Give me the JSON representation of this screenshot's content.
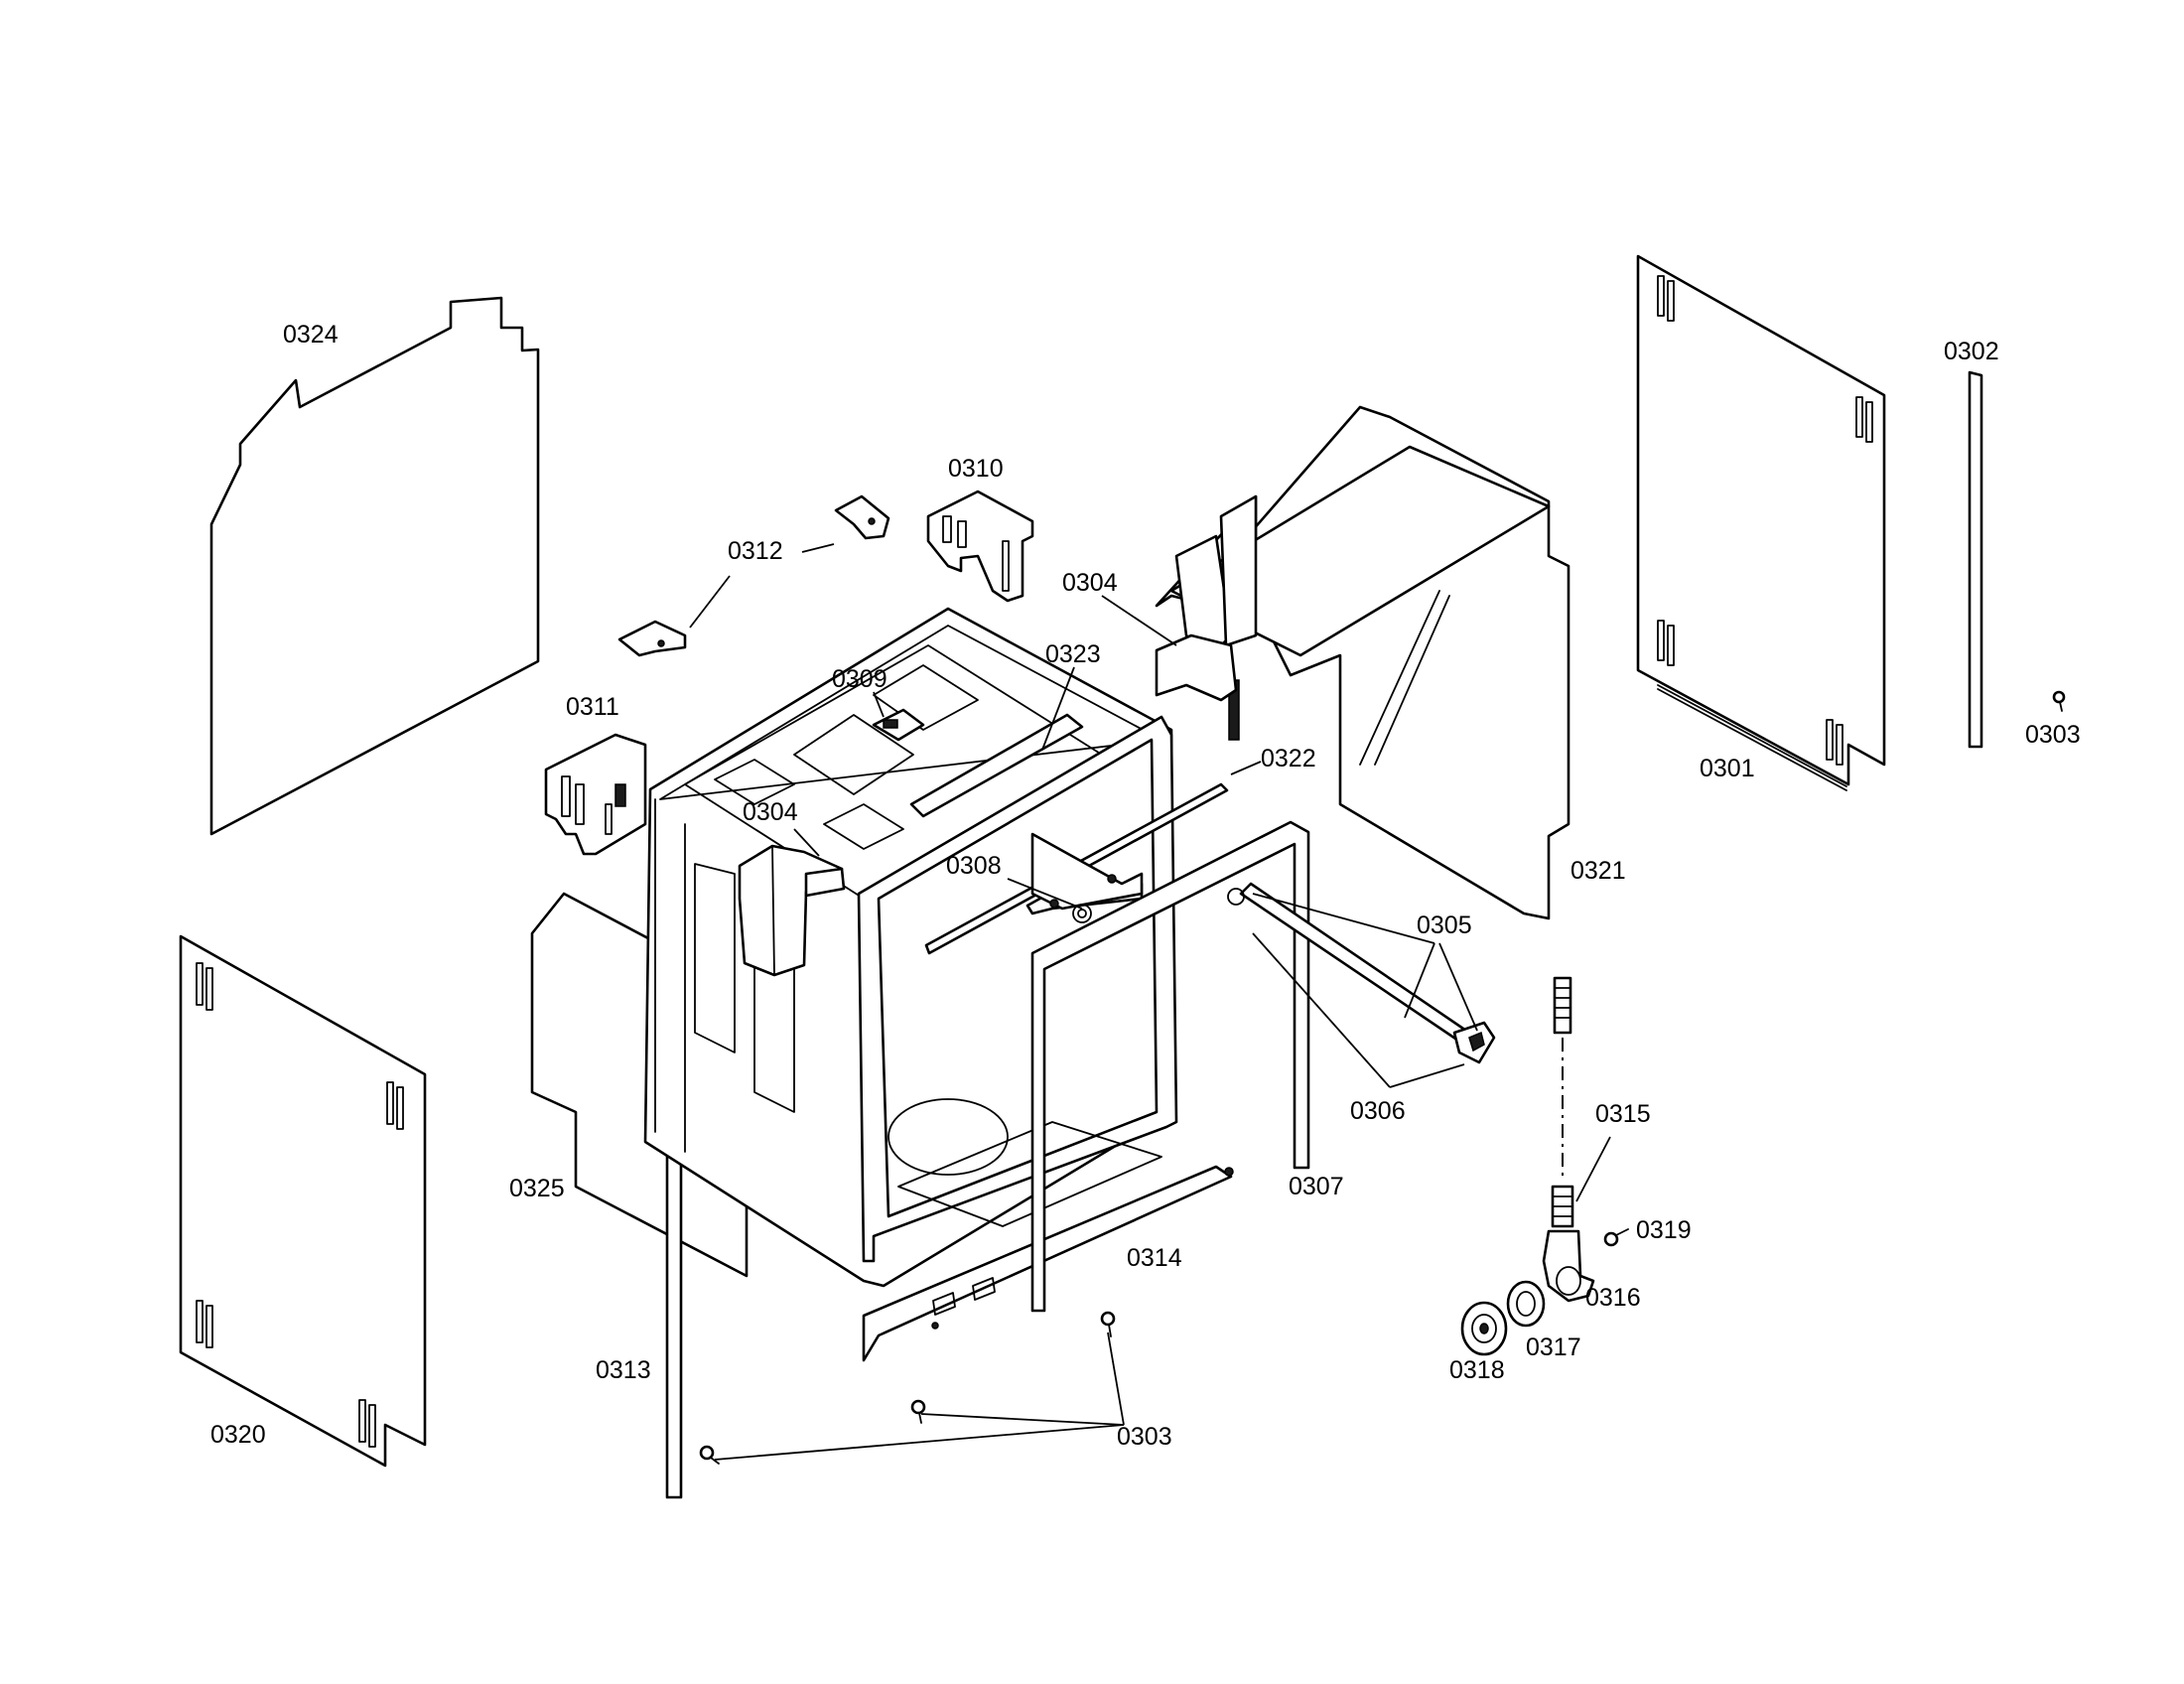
{
  "labels": {
    "l0324": "0324",
    "l0310": "0310",
    "l0312": "0312",
    "l0304a": "0304",
    "l0323": "0323",
    "l0309": "0309",
    "l0311": "0311",
    "l0322": "0322",
    "l0304b": "0304",
    "l0308": "0308",
    "l0302": "0302",
    "l0303a": "0303",
    "l0301": "0301",
    "l0321": "0321",
    "l0305": "0305",
    "l0306": "0306",
    "l0315": "0315",
    "l0307": "0307",
    "l0325": "0325",
    "l0319": "0319",
    "l0314": "0314",
    "l0316": "0316",
    "l0317": "0317",
    "l0318": "0318",
    "l0313": "0313",
    "l0320": "0320",
    "l0303b": "0303"
  }
}
